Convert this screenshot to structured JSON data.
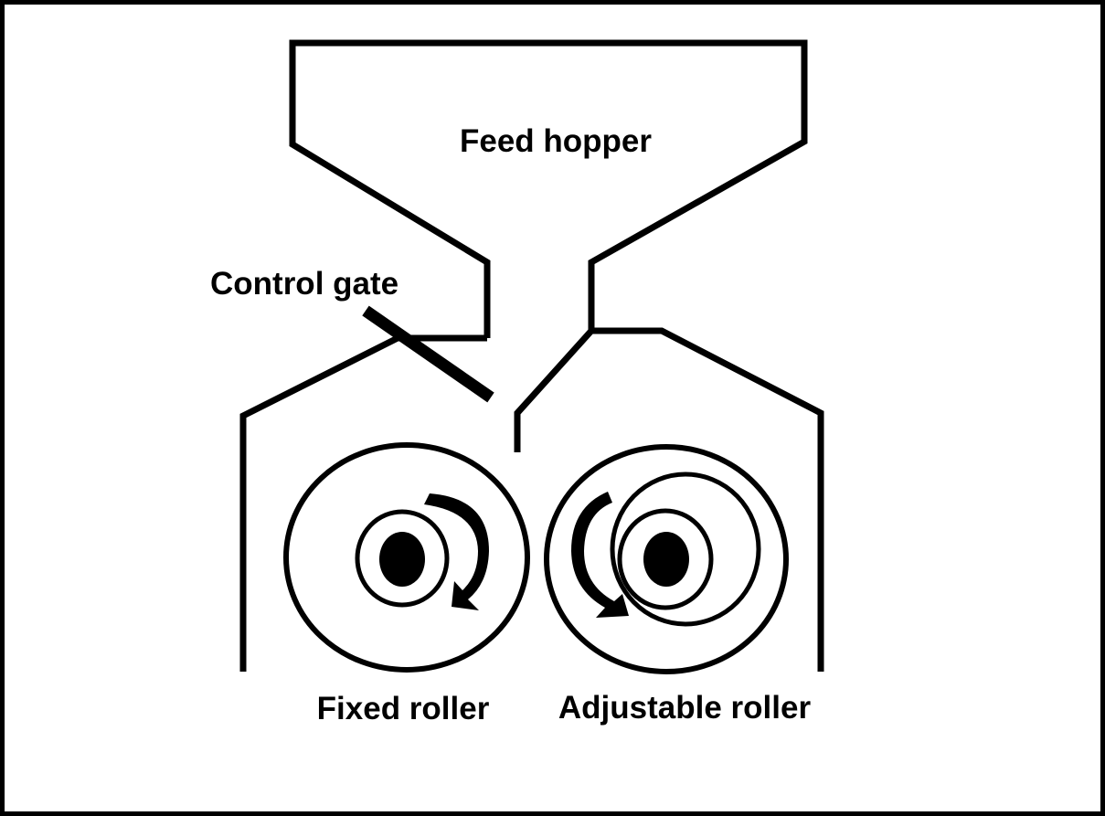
{
  "labels": {
    "feed_hopper": "Feed hopper",
    "control_gate": "Control gate",
    "fixed_roller": "Fixed roller",
    "adjustable_roller": "Adjustable roller"
  },
  "colors": {
    "line": "#000000",
    "background": "#ffffff"
  }
}
